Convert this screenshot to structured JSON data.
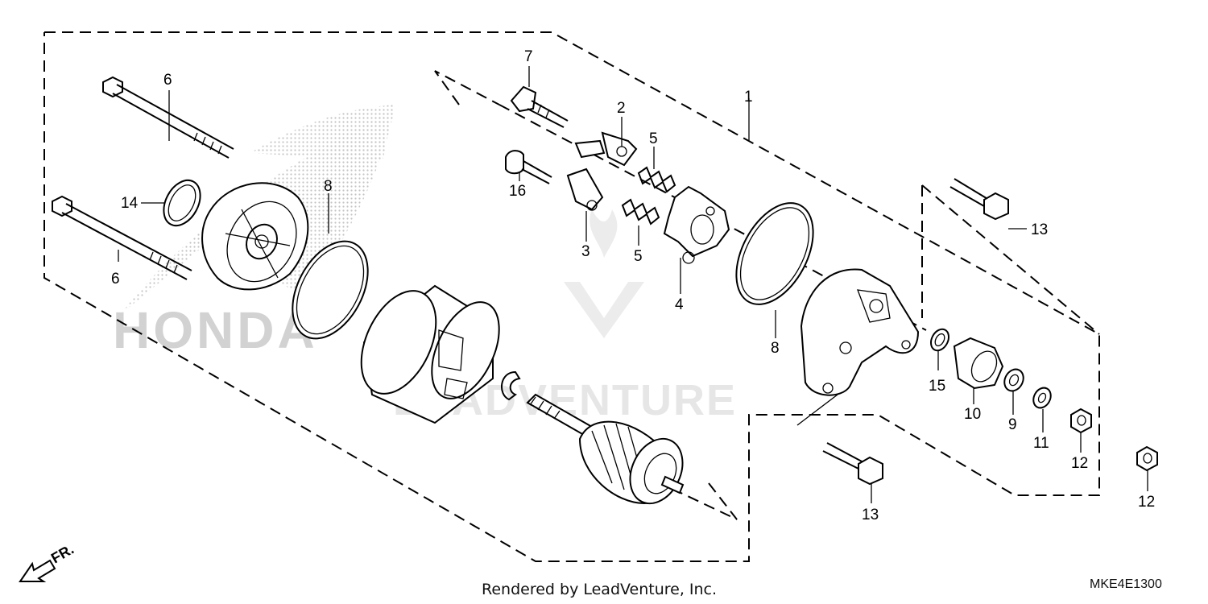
{
  "callouts": {
    "c1": "1",
    "c2": "2",
    "c3": "3",
    "c4": "4",
    "c5a": "5",
    "c5b": "5",
    "c6a": "6",
    "c6b": "6",
    "c7": "7",
    "c8a": "8",
    "c8b": "8",
    "c9": "9",
    "c10": "10",
    "c11": "11",
    "c12a": "12",
    "c12b": "12",
    "c13a": "13",
    "c13b": "13",
    "c14": "14",
    "c15": "15",
    "c16": "16"
  },
  "footer": {
    "credit": "Rendered by LeadVenture, Inc.",
    "diagram_code": "MKE4E1300"
  },
  "direction_label": "FR.",
  "watermark": {
    "brand": "LEADVENTURE",
    "logo_text": "HONDA"
  },
  "colors": {
    "line": "#000000",
    "watermark": "#e6e6e6",
    "logo_dots": "#c8c8c8"
  }
}
